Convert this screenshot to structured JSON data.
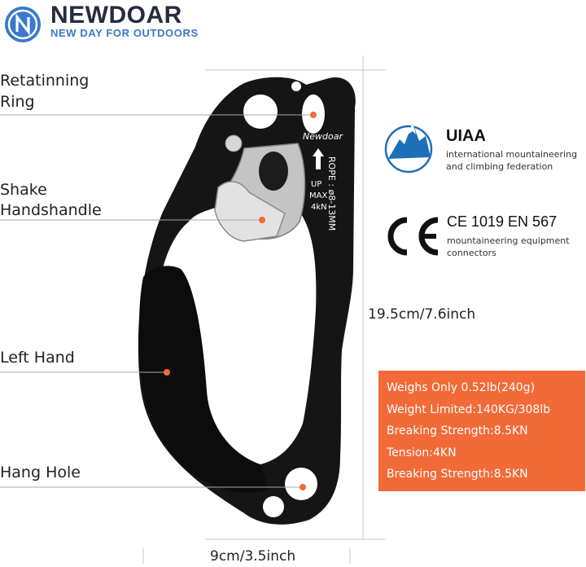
{
  "brand": {
    "name": "NEWDOAR",
    "tagline": "NEW DAY FOR OUTDOORS",
    "logo_letter": "N"
  },
  "callouts": [
    {
      "line1": "Retatinning",
      "line2": "Ring"
    },
    {
      "line1": "Shake",
      "line2": "Handshandle"
    },
    {
      "line1": "Left Hand",
      "line2": ""
    },
    {
      "line1": "Hang Hole",
      "line2": ""
    }
  ],
  "device_markings": {
    "brand": "Newdoar",
    "up": "UP",
    "max": "MAX",
    "force": "4kN",
    "rope": "ROPE : ø8-13MM"
  },
  "dimensions": {
    "height": "19.5cm/7.6inch",
    "width": "9cm/3.5inch"
  },
  "certifications": {
    "uiaa": {
      "title": "UIAA",
      "line1": "international mountaineering",
      "line2": "and climbing federation"
    },
    "ce": {
      "mark": "CE",
      "title": "CE 1019 EN 567",
      "line1": "mountaineering equipment",
      "line2": "connectors"
    }
  },
  "specs": [
    "Weighs Only 0.52lb(240g)",
    "Weight Limited:140KG/308lb",
    "Breaking Strength:8.5KN",
    "Tension:4KN",
    "Breaking Strength:8.5KN"
  ],
  "colors": {
    "brand_blue": "#3b79c9",
    "spec_orange": "#f26a38",
    "device_black": "#141414",
    "dot_orange": "#f26a38"
  }
}
